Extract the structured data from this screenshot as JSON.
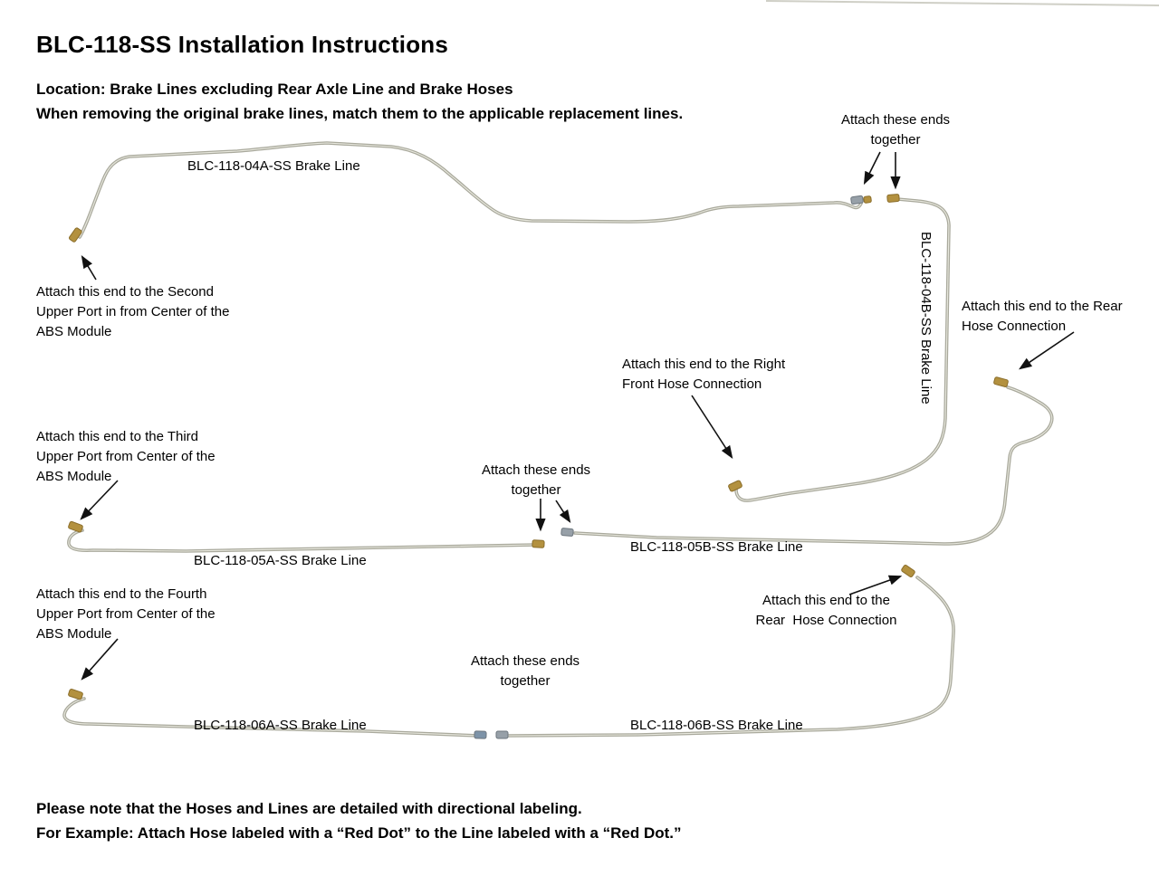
{
  "header": {
    "title": "BLC-118-SS Installation Instructions",
    "location_line": "Location: Brake Lines excluding Rear Axle Line and Brake Hoses",
    "instruction_line": "When removing the original brake lines, match them to the applicable replacement lines."
  },
  "diagram": {
    "lines": {
      "l04a": {
        "label": "BLC-118-04A-SS Brake Line"
      },
      "l04b": {
        "label": "BLC-118-04B-SS Brake Line"
      },
      "l05a": {
        "label": "BLC-118-05A-SS Brake Line"
      },
      "l05b": {
        "label": "BLC-118-05B-SS Brake Line"
      },
      "l06a": {
        "label": "BLC-118-06A-SS Brake Line"
      },
      "l06b": {
        "label": "BLC-118-06B-SS Brake Line"
      }
    },
    "annotations": {
      "attach_together_top": "Attach these ends\ntogether",
      "attach_together_mid": "Attach these ends\ntogether",
      "attach_together_bottom": "Attach these ends\ntogether",
      "second_port": "Attach this end to the Second\nUpper Port in from Center of the\nABS Module",
      "third_port": "Attach this end to the Third\nUpper Port from Center of the\nABS Module",
      "fourth_port": "Attach this end to the Fourth\nUpper Port from Center of the\nABS Module",
      "rear_hose_top": "Attach this end to the Rear\nHose Connection",
      "rear_hose_bottom": "Attach this end to the\nRear  Hose Connection",
      "right_front_hose": "Attach this end to the Right\nFront Hose Connection"
    },
    "colors": {
      "tube": "#a9a99c",
      "tube_highlight": "#e8e8de",
      "fitting_brass": "#b3913f",
      "fitting_silver": "#97a0a8",
      "fitting_blue": "#7d93a8",
      "arrow": "#111111"
    }
  },
  "footer": {
    "note_line1": "Please note that the Hoses and Lines are detailed with directional labeling.",
    "note_line2": "For Example: Attach Hose labeled with a “Red Dot” to the Line labeled with a “Red Dot.”"
  }
}
